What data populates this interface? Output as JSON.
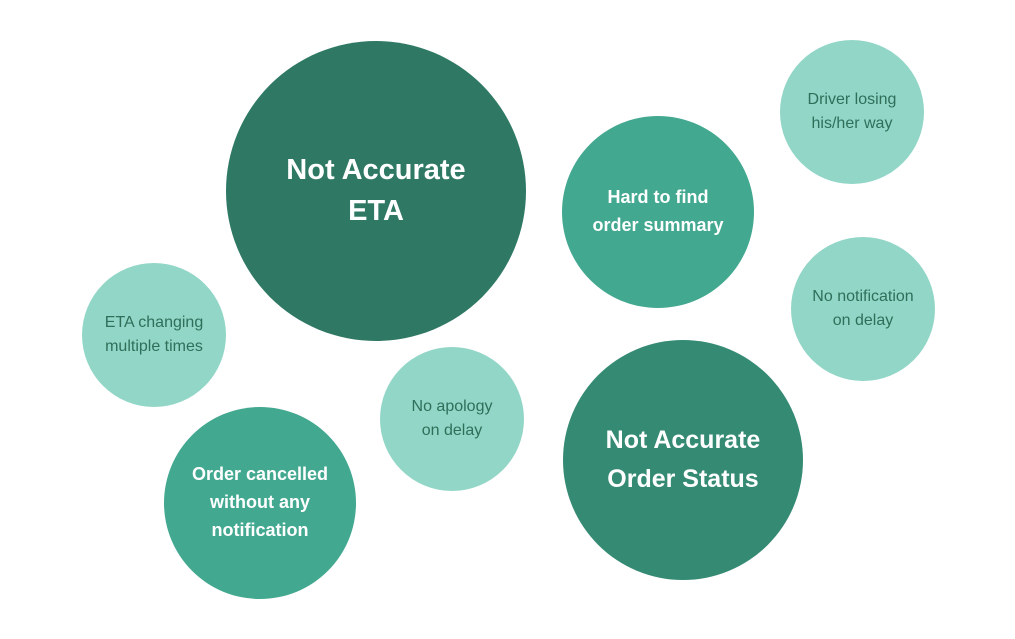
{
  "colors": {
    "dark": "#2e7864",
    "dark_alt": "#358a73",
    "medium": "#43a890",
    "light": "#92d6c7",
    "light_text": "#2f6f5a"
  },
  "bubbles": {
    "eta": {
      "label": "Not Accurate\nETA"
    },
    "status": {
      "label": "Not Accurate\nOrder Status"
    },
    "summary": {
      "label": "Hard to find\norder summary"
    },
    "cancelled": {
      "label": "Order cancelled\nwithout any\nnotification"
    },
    "driver": {
      "label": "Driver losing\nhis/her way"
    },
    "notification": {
      "label": "No notification\non delay"
    },
    "eta_changing": {
      "label": "ETA changing\nmultiple times"
    },
    "apology": {
      "label": "No apology\non delay"
    }
  }
}
